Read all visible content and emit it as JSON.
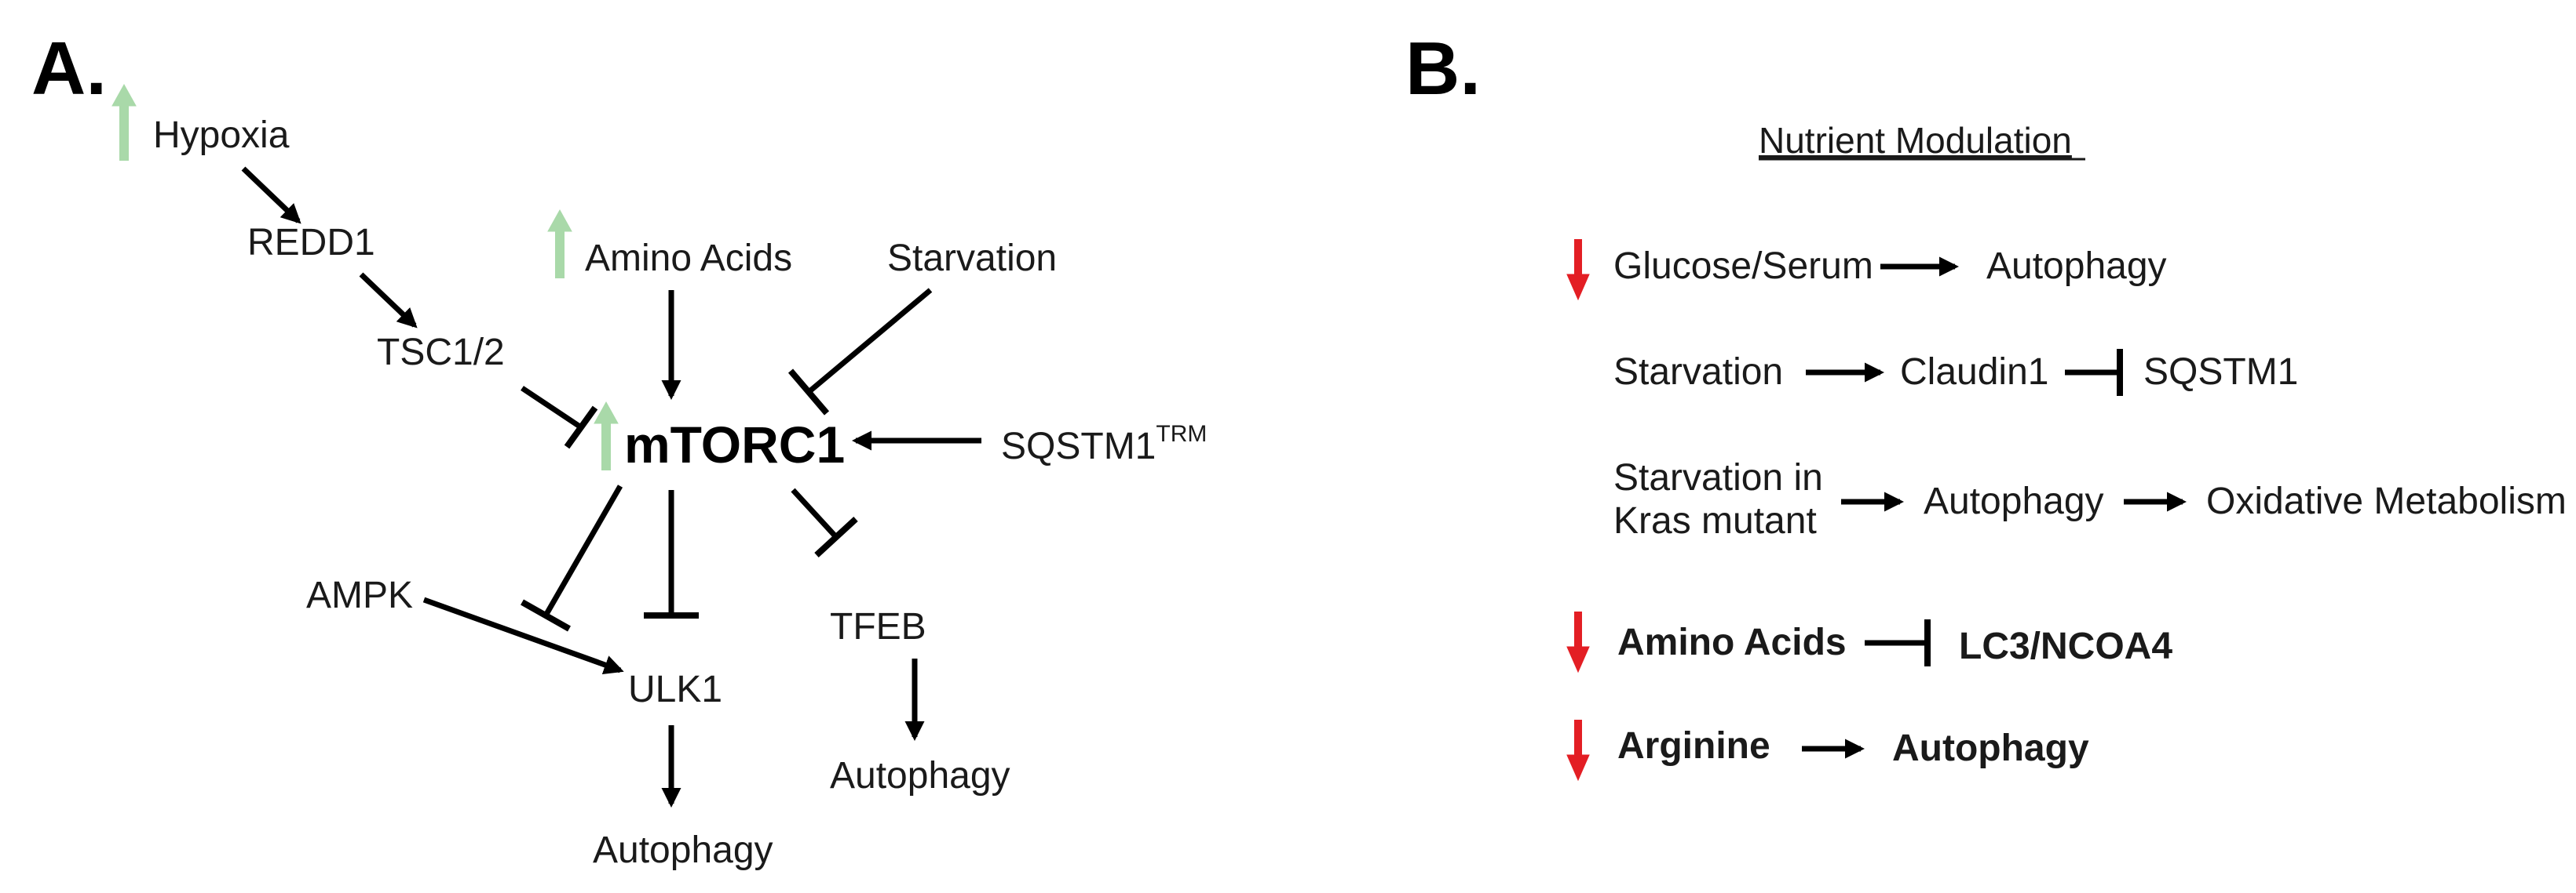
{
  "panels": {
    "a": "A.",
    "b": "B."
  },
  "panelA": {
    "hypoxia": "Hypoxia",
    "redd1": "REDD1",
    "tsc": "TSC1/2",
    "amino": "Amino Acids",
    "starvation": "Starvation",
    "mtorc1": "mTORC1",
    "sqstm1": "SQSTM1",
    "sqstm1_sup": "TRM",
    "ampk": "AMPK",
    "ulk1": "ULK1",
    "tfeb": "TFEB",
    "autophagy_ulk1": "Autophagy",
    "autophagy_tfeb": "Autophagy"
  },
  "panelB": {
    "heading": "Nutrient Modulation",
    "row1": {
      "source": "Glucose/Serum",
      "target": "Autophagy"
    },
    "row2": {
      "source": "Starvation",
      "mid": "Claudin1",
      "target": "SQSTM1"
    },
    "row3": {
      "source_l1": "Starvation in",
      "source_l2": "Kras mutant",
      "mid": "Autophagy",
      "target": "Oxidative Metabolism"
    },
    "row4": {
      "source": "Amino Acids",
      "target": "LC3/NCOA4"
    },
    "row5": {
      "source": "Arginine",
      "target": "Autophagy"
    }
  },
  "colors": {
    "increase": "#a9d9a9",
    "decrease": "#e31e24",
    "ink": "#000000"
  },
  "icons": {
    "increase": "up-arrow-icon",
    "decrease": "down-arrow-icon"
  }
}
